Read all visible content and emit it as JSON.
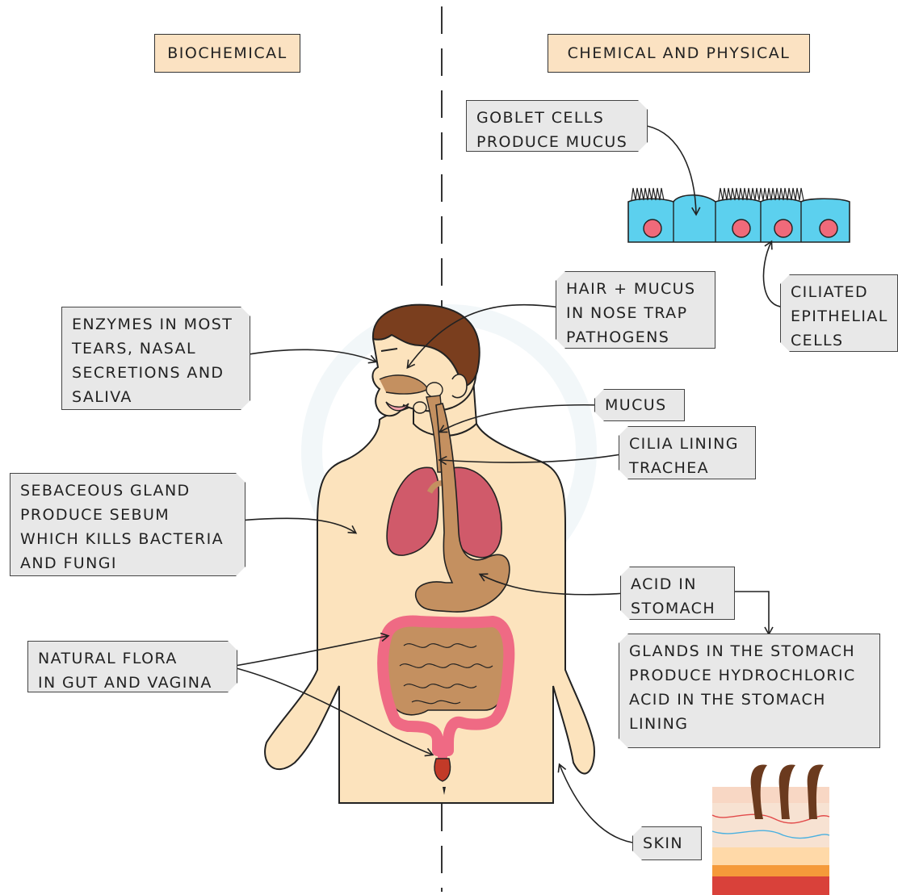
{
  "headers": {
    "left": "BIOCHEMICAL",
    "right": "CHEMICAL AND PHYSICAL"
  },
  "labels": {
    "goblet": "GOBLET CELLS\nPRODUCE MUCUS",
    "ciliated": "CILIATED\nEPITHELIAL\nCELLS",
    "hair_mucus": "HAIR + MUCUS\nIN NOSE TRAP\nPATHOGENS",
    "enzymes": "ENZYMES IN MOST\nTEARS, NASAL\nSECRETIONS AND\nSALIVA",
    "mucus": "MUCUS",
    "cilia": "CILIA LINING\nTRACHEA",
    "sebaceous": "SEBACEOUS GLAND\nPRODUCE SEBUM\nWHICH KILLS BACTERIA\nAND FUNGI",
    "acid": "ACID IN\nSTOMACH",
    "glands": "GLANDS IN THE STOMACH\nPRODUCE HYDROCHLORIC\nACID IN THE STOMACH\nLINING",
    "flora": "NATURAL FLORA\nIN GUT AND VAGINA",
    "skin": "SKIN"
  },
  "colors": {
    "header_fill": "#fbe2c2",
    "label_fill": "#e8e8e8",
    "body_skin": "#fce3bd",
    "hair": "#7a3e1e",
    "gut": "#c49060",
    "lungs": "#d05a6a",
    "colon": "#ef6a84",
    "cell_fill": "#5cd0ee",
    "nucleus": "#f06a7a"
  }
}
